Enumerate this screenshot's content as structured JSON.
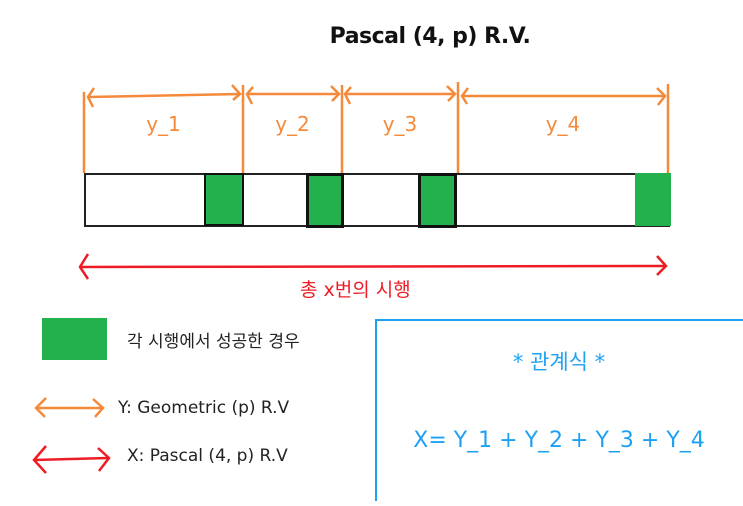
{
  "title": "Pascal (4, p) R.V.",
  "segments": [
    {
      "label": "y_1"
    },
    {
      "label": "y_2"
    },
    {
      "label": "y_3"
    },
    {
      "label": "y_4"
    }
  ],
  "total_label": "총 x번의 시행",
  "legend": {
    "success": "각 시행에서 성공한 경우",
    "y_arrow": "Y: Geometric (p) R.V",
    "x_arrow": "X: Pascal (4, p) R.V"
  },
  "relation": {
    "title": "* 관계식 *",
    "formula": "X= Y_1 + Y_2 + Y_3 + Y_4"
  },
  "colors": {
    "success": "#22b14c",
    "geometric_arrow": "#f58a3a",
    "pascal_arrow": "#ed1c24",
    "relation": "#1da1f2"
  }
}
